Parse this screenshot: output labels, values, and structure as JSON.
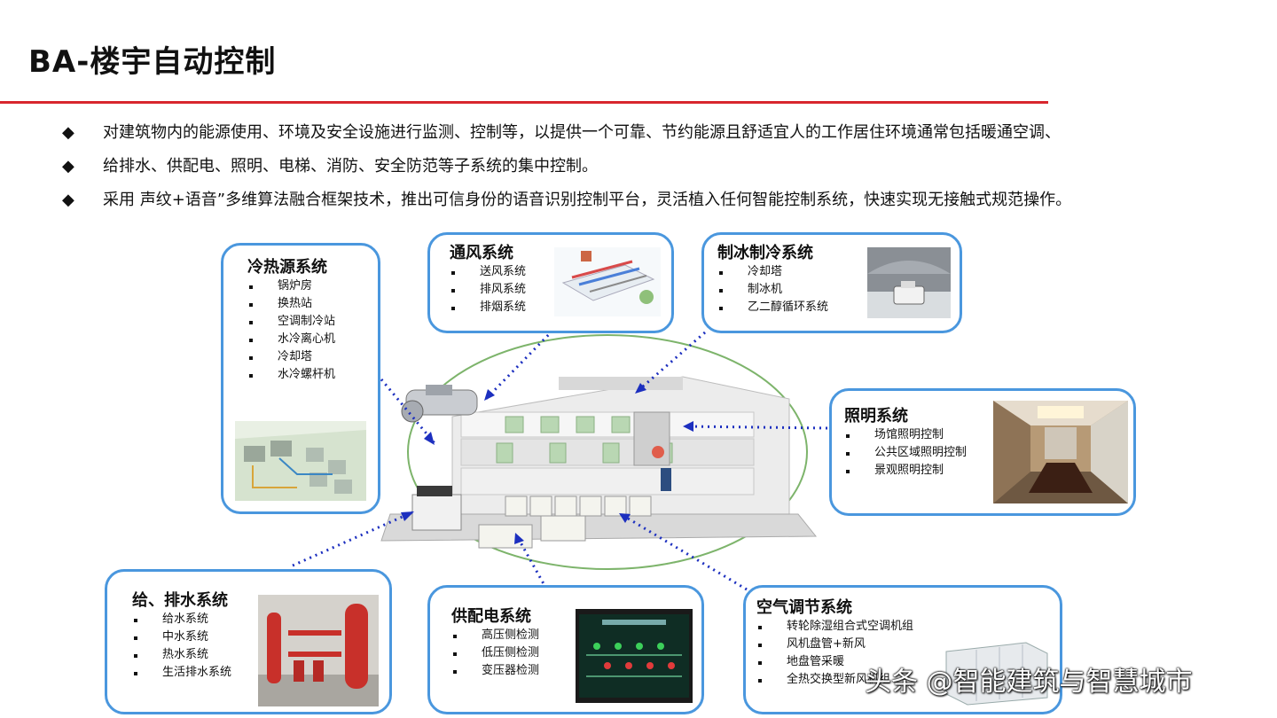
{
  "title": "BA-楼宇自动控制",
  "colors": {
    "accent_red": "#d8262d",
    "box_border": "#4a97de",
    "link_blue": "#1c2fbf"
  },
  "bullets": [
    {
      "marker": "◆",
      "text": "对建筑物内的能源使用、环境及安全设施进行监测、控制等，以提供一个可靠、节约能源且舒适宜人的工作居住环境通常包括暖通空调、"
    },
    {
      "marker": "◆",
      "text": "给排水、供配电、照明、电梯、消防、安全防范等子系统的集中控制。"
    },
    {
      "marker": "◆",
      "text": "采用 声纹+语音”多维算法融合框架技术，推出可信身份的语音识别控制平台，灵活植入任何智能控制系统，快速实现无接触式规范操作。"
    }
  ],
  "systems": {
    "cold_heat": {
      "title": "冷热源系统",
      "items": [
        "锅炉房",
        "换热站",
        "空调制冷站",
        "水冷离心机",
        "冷却塔",
        "水冷螺杆机"
      ]
    },
    "ventilation": {
      "title": "通风系统",
      "items": [
        "送风系统",
        "排风系统",
        "排烟系统"
      ]
    },
    "ice_cooling": {
      "title": "制冰制冷系统",
      "items": [
        "冷却塔",
        "制冰机",
        "乙二醇循环系统"
      ]
    },
    "lighting": {
      "title": "照明系统",
      "items": [
        "场馆照明控制",
        "公共区域照明控制",
        "景观照明控制"
      ]
    },
    "water": {
      "title": "给、排水系统",
      "items": [
        "给水系统",
        "中水系统",
        "热水系统",
        "生活排水系统"
      ]
    },
    "power": {
      "title": "供配电系统",
      "items": [
        "高压侧检测",
        "低压侧检测",
        "变压器检测"
      ]
    },
    "air": {
      "title": "空气调节系统",
      "items": [
        "转轮除湿组合式空调机组",
        "风机盘管+新风",
        "地盘管采暖",
        "全热交换型新风机组"
      ]
    }
  },
  "watermark": "头条 @智能建筑与智慧城市"
}
